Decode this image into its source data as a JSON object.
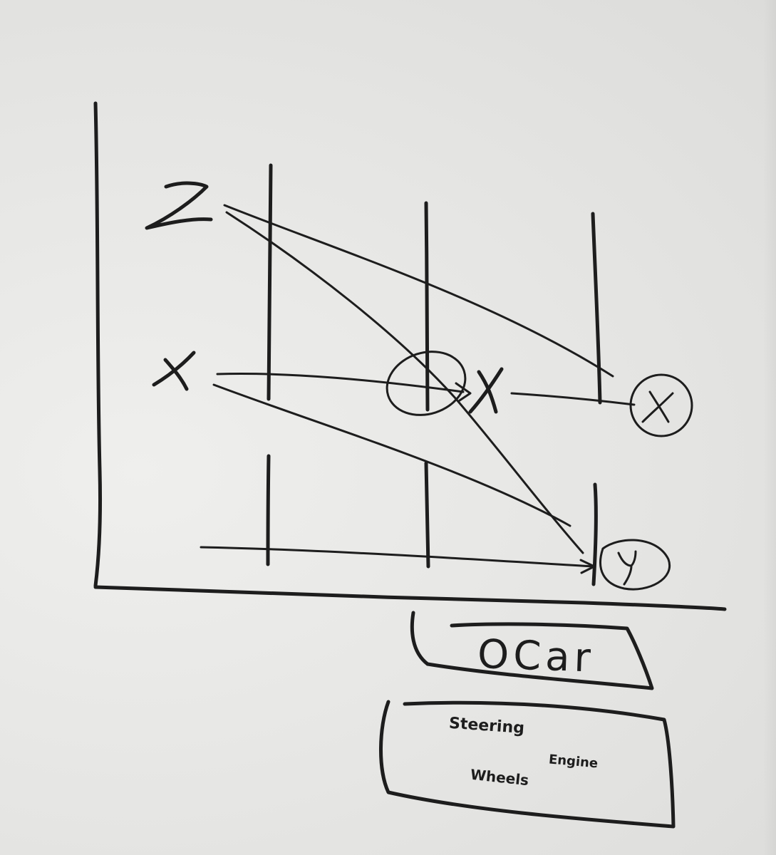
{
  "diagram": {
    "axis_top_label": "Z",
    "axis_mid_label": "X",
    "mid_node_label": "X",
    "circled_node_x": "X",
    "circled_node_y": "Y",
    "box1_text": "OCar",
    "box2_line1": "Steering",
    "box2_line2": "Engine",
    "box2_line3": "Wheels"
  },
  "colors": {
    "ink": "#1d1d1d",
    "board": "#e6e6e4"
  }
}
